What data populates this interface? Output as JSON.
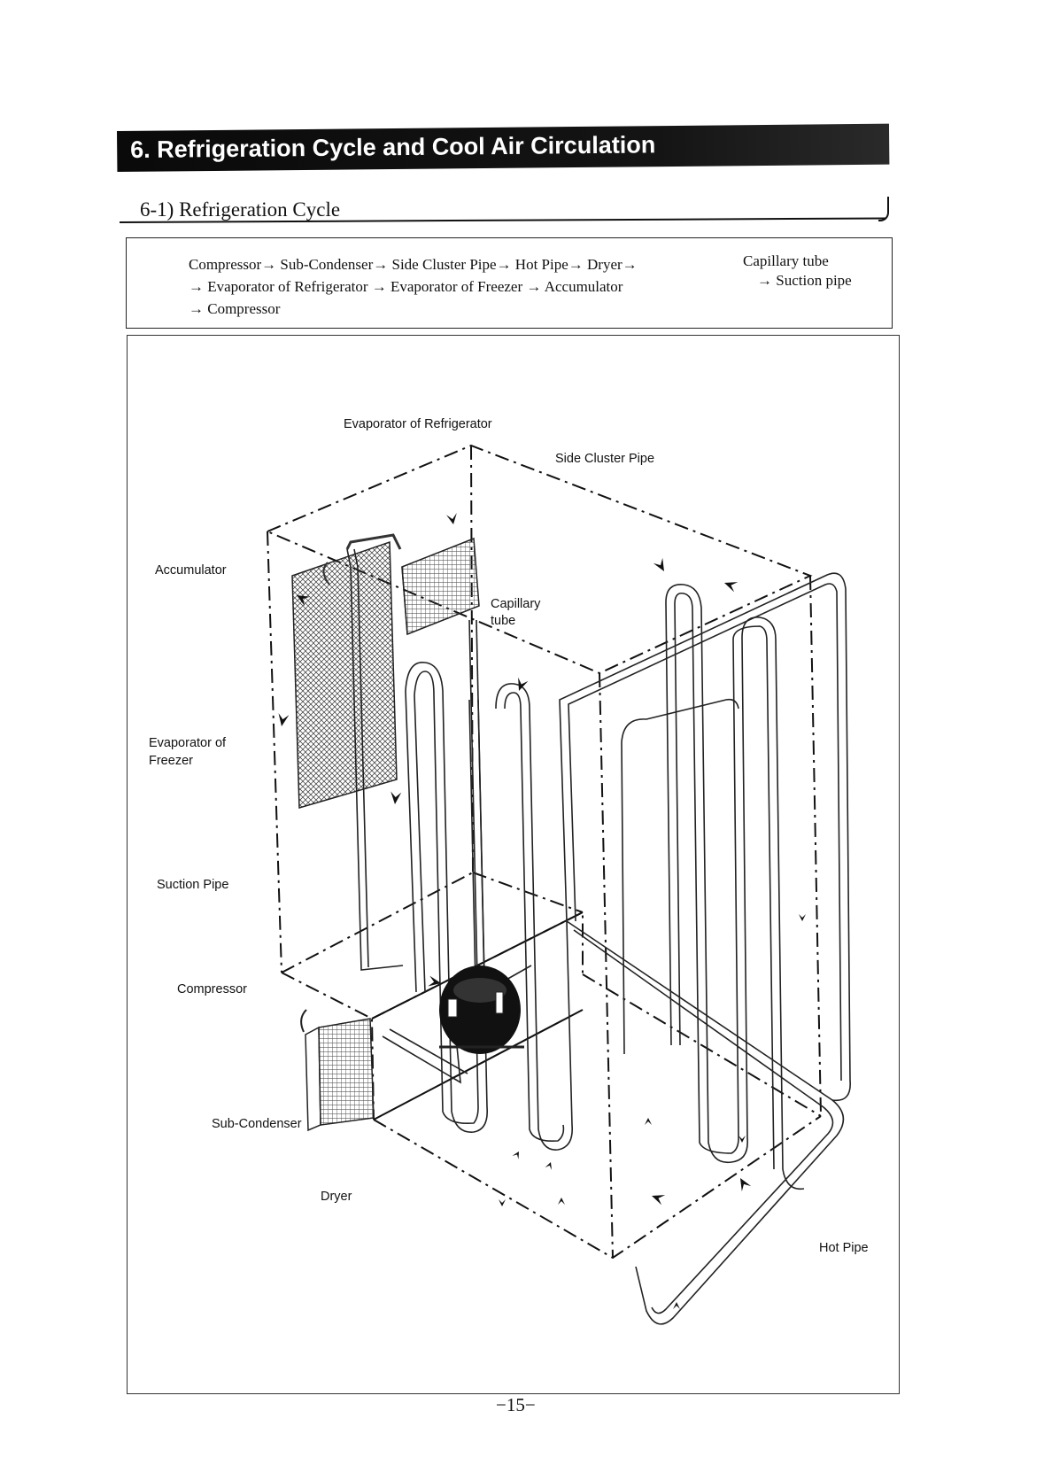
{
  "section": {
    "title": "6. Refrigeration Cycle and Cool Air Circulation"
  },
  "subsection": {
    "title": "6-1) Refrigeration Cycle"
  },
  "cycle_text": {
    "line1": "Compressor→ Sub-Condenser→ Side Cluster Pipe→ Hot Pipe→ Dryer→",
    "line1_end": "Capillary tube",
    "line2": "→ Evaporator of Refrigerator → Evaporator of Freezer → Accumulator",
    "line2_end": "→ Suction pipe",
    "line3": "→ Compressor"
  },
  "diagram": {
    "labels": {
      "evaporator_refrigerator": "Evaporator of Refrigerator",
      "side_cluster_pipe": "Side Cluster Pipe",
      "accumulator": "Accumulator",
      "capillary_tube_line1": "Capillary",
      "capillary_tube_line2": "tube",
      "evaporator_freezer_line1": "Evaporator of",
      "evaporator_freezer_line2": "Freezer",
      "suction_pipe": "Suction Pipe",
      "compressor": "Compressor",
      "sub_condenser": "Sub-Condenser",
      "dryer": "Dryer",
      "hot_pipe": "Hot Pipe"
    }
  },
  "page": {
    "number": "−15−"
  }
}
